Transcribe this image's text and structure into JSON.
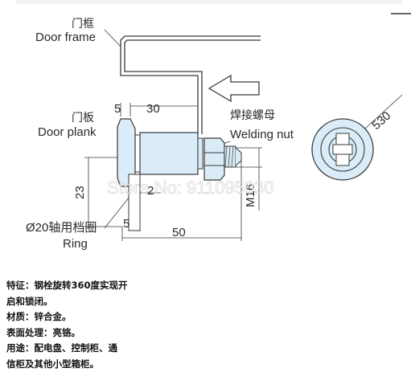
{
  "labels": {
    "door_frame_cn": "门框",
    "door_frame_en": "Door frame",
    "door_plank_cn": "门板",
    "door_plank_en": "Door plank",
    "welding_nut_cn": "焊接螺母",
    "welding_nut_en": "Welding nut",
    "ring_cn": "Ø20轴用档圈",
    "ring_en": "Ring"
  },
  "dimensions": {
    "d5_top": "5",
    "d30": "30",
    "d23": "23",
    "d2": "2",
    "d5_bottom": "5",
    "d50": "50",
    "dM16": "M16",
    "d530": "530"
  },
  "watermark": "Store No: 911095030",
  "specs": [
    "特征：钢栓旋转360度实现开",
    "启和锁闭。",
    "材质：锌合金。",
    "表面处理：亮铬。",
    "用途：配电盘、控制柜、通",
    "信柜及其他小型箱柜。"
  ],
  "colors": {
    "part_fill": "#d9ecf7",
    "outline": "#3a3a3a",
    "arrow_fill": "#ffffff"
  }
}
